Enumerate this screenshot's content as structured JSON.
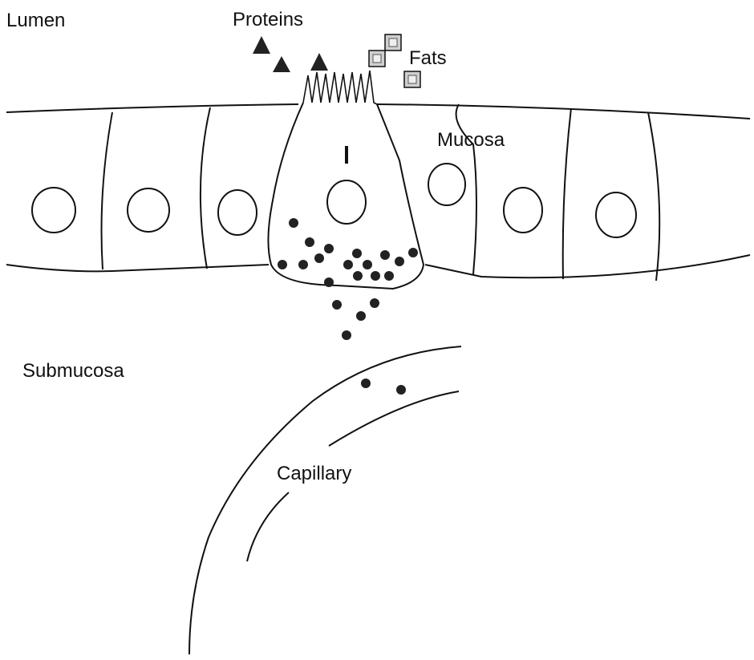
{
  "labels": {
    "lumen": "Lumen",
    "proteins": "Proteins",
    "fats": "Fats",
    "mucosa": "Mucosa",
    "submucosa": "Submucosa",
    "capillary": "Capillary",
    "i_cell": "I"
  },
  "colors": {
    "ink": "#111111",
    "fat_fill": "#cfcfcf",
    "background_text": "#d4d4d4"
  }
}
